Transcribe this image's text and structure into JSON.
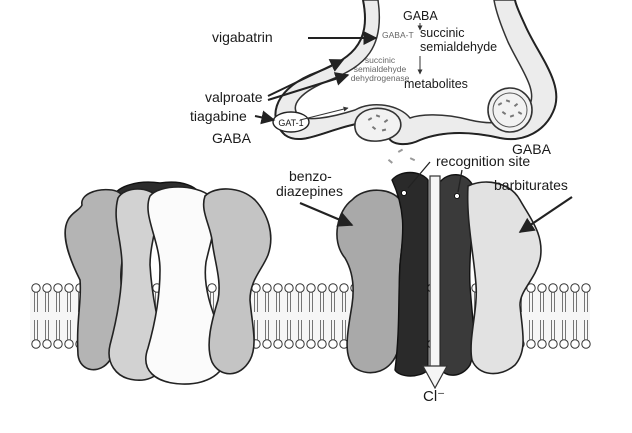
{
  "synapse": {
    "gaba_top": "GABA",
    "gaba_t": "GABA-T",
    "succinic_semialdehyde_1": "succinic",
    "succinic_semialdehyde_2": "semialdehyde",
    "ssadh_1": "succinic",
    "ssadh_2": "semialdehyde",
    "ssadh_3": "dehydrogenase",
    "metabolites": "metabolites",
    "gat1": "GAT-1",
    "gaba_bottom": "GABA"
  },
  "drugs": {
    "vigabatrin": "vigabatrin",
    "valproate": "valproate",
    "tiagabine": "tiagabine",
    "gaba_left": "GABA"
  },
  "receptor": {
    "recognition_site": "recognition site",
    "benzo_1": "benzo-",
    "benzo_2": "diazepines",
    "barbiturates": "barbiturates",
    "chloride": "Cl⁻"
  }
}
